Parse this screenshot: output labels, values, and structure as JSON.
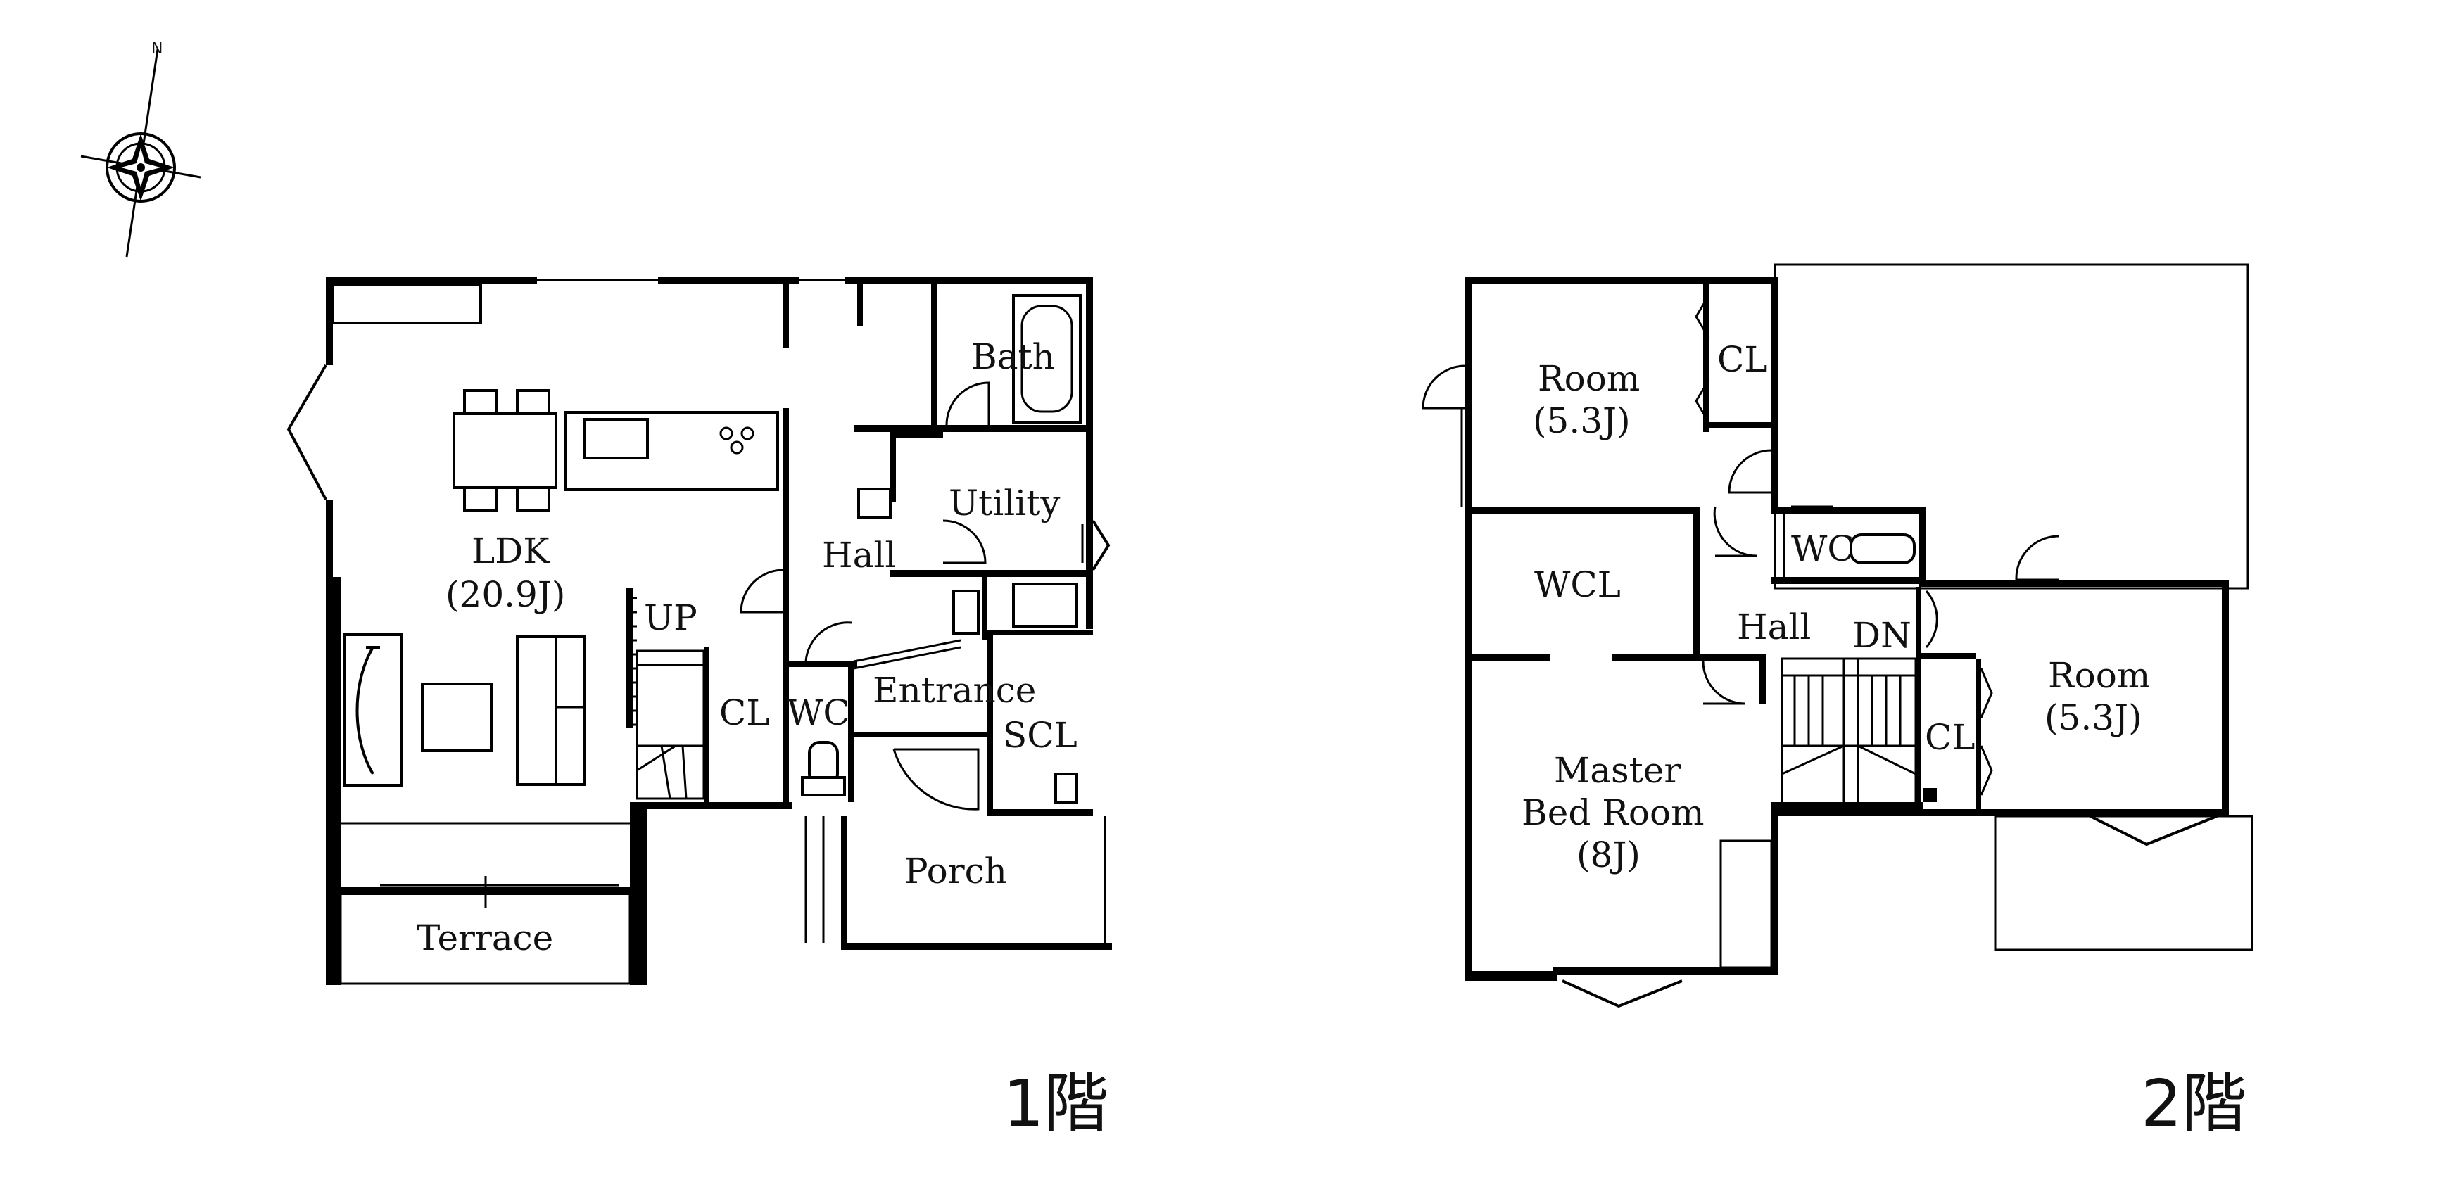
{
  "compass": {
    "north_label": "N"
  },
  "floor1": {
    "caption": "1階",
    "rooms": {
      "ldk": "LDK",
      "ldk_size": "(20.9J)",
      "bath": "Bath",
      "utility": "Utility",
      "hall": "Hall",
      "entrance": "Entrance",
      "scl": "SCL",
      "cl": "CL",
      "wc": "WC",
      "porch": "Porch",
      "terrace": "Terrace",
      "stairs_up": "UP"
    }
  },
  "floor2": {
    "caption": "2階",
    "rooms": {
      "room_nw": "Room",
      "room_nw_size": "(5.3J)",
      "cl_n": "CL",
      "wcl": "WCL",
      "wc": "WC",
      "hall": "Hall",
      "stairs_down": "DN",
      "room_e": "Room",
      "room_e_size": "(5.3J)",
      "cl_e": "CL",
      "master": "Master",
      "master_line2": "Bed Room",
      "master_size": "(8J)"
    }
  }
}
